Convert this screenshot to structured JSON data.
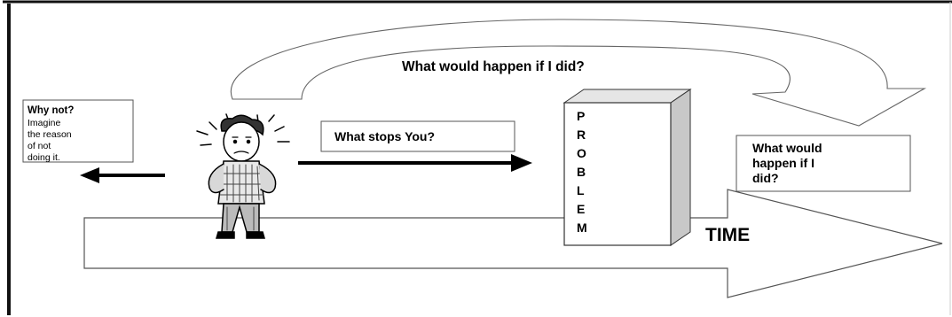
{
  "diagram": {
    "loop_label": "What would happen if I did?",
    "why_not": {
      "title": "Why not?",
      "lines": [
        "Imagine",
        "the reason",
        "of not",
        "doing it."
      ]
    },
    "stops_label": "What stops You?",
    "problem_letters": [
      "P",
      "R",
      "O",
      "B",
      "L",
      "E",
      "M"
    ],
    "right_box_lines": [
      "What would",
      "happen if I",
      "did?"
    ],
    "time_label": "TIME"
  },
  "colors": {
    "ink": "#000000",
    "pillar_side": "#c8c8c8",
    "pillar_top": "#e6e6e6",
    "frame_border": "#1a1a1a"
  },
  "icons": {
    "person": "worried-person-icon",
    "arrow_left": "arrow-left-icon",
    "arrow_right": "arrow-right-icon"
  }
}
